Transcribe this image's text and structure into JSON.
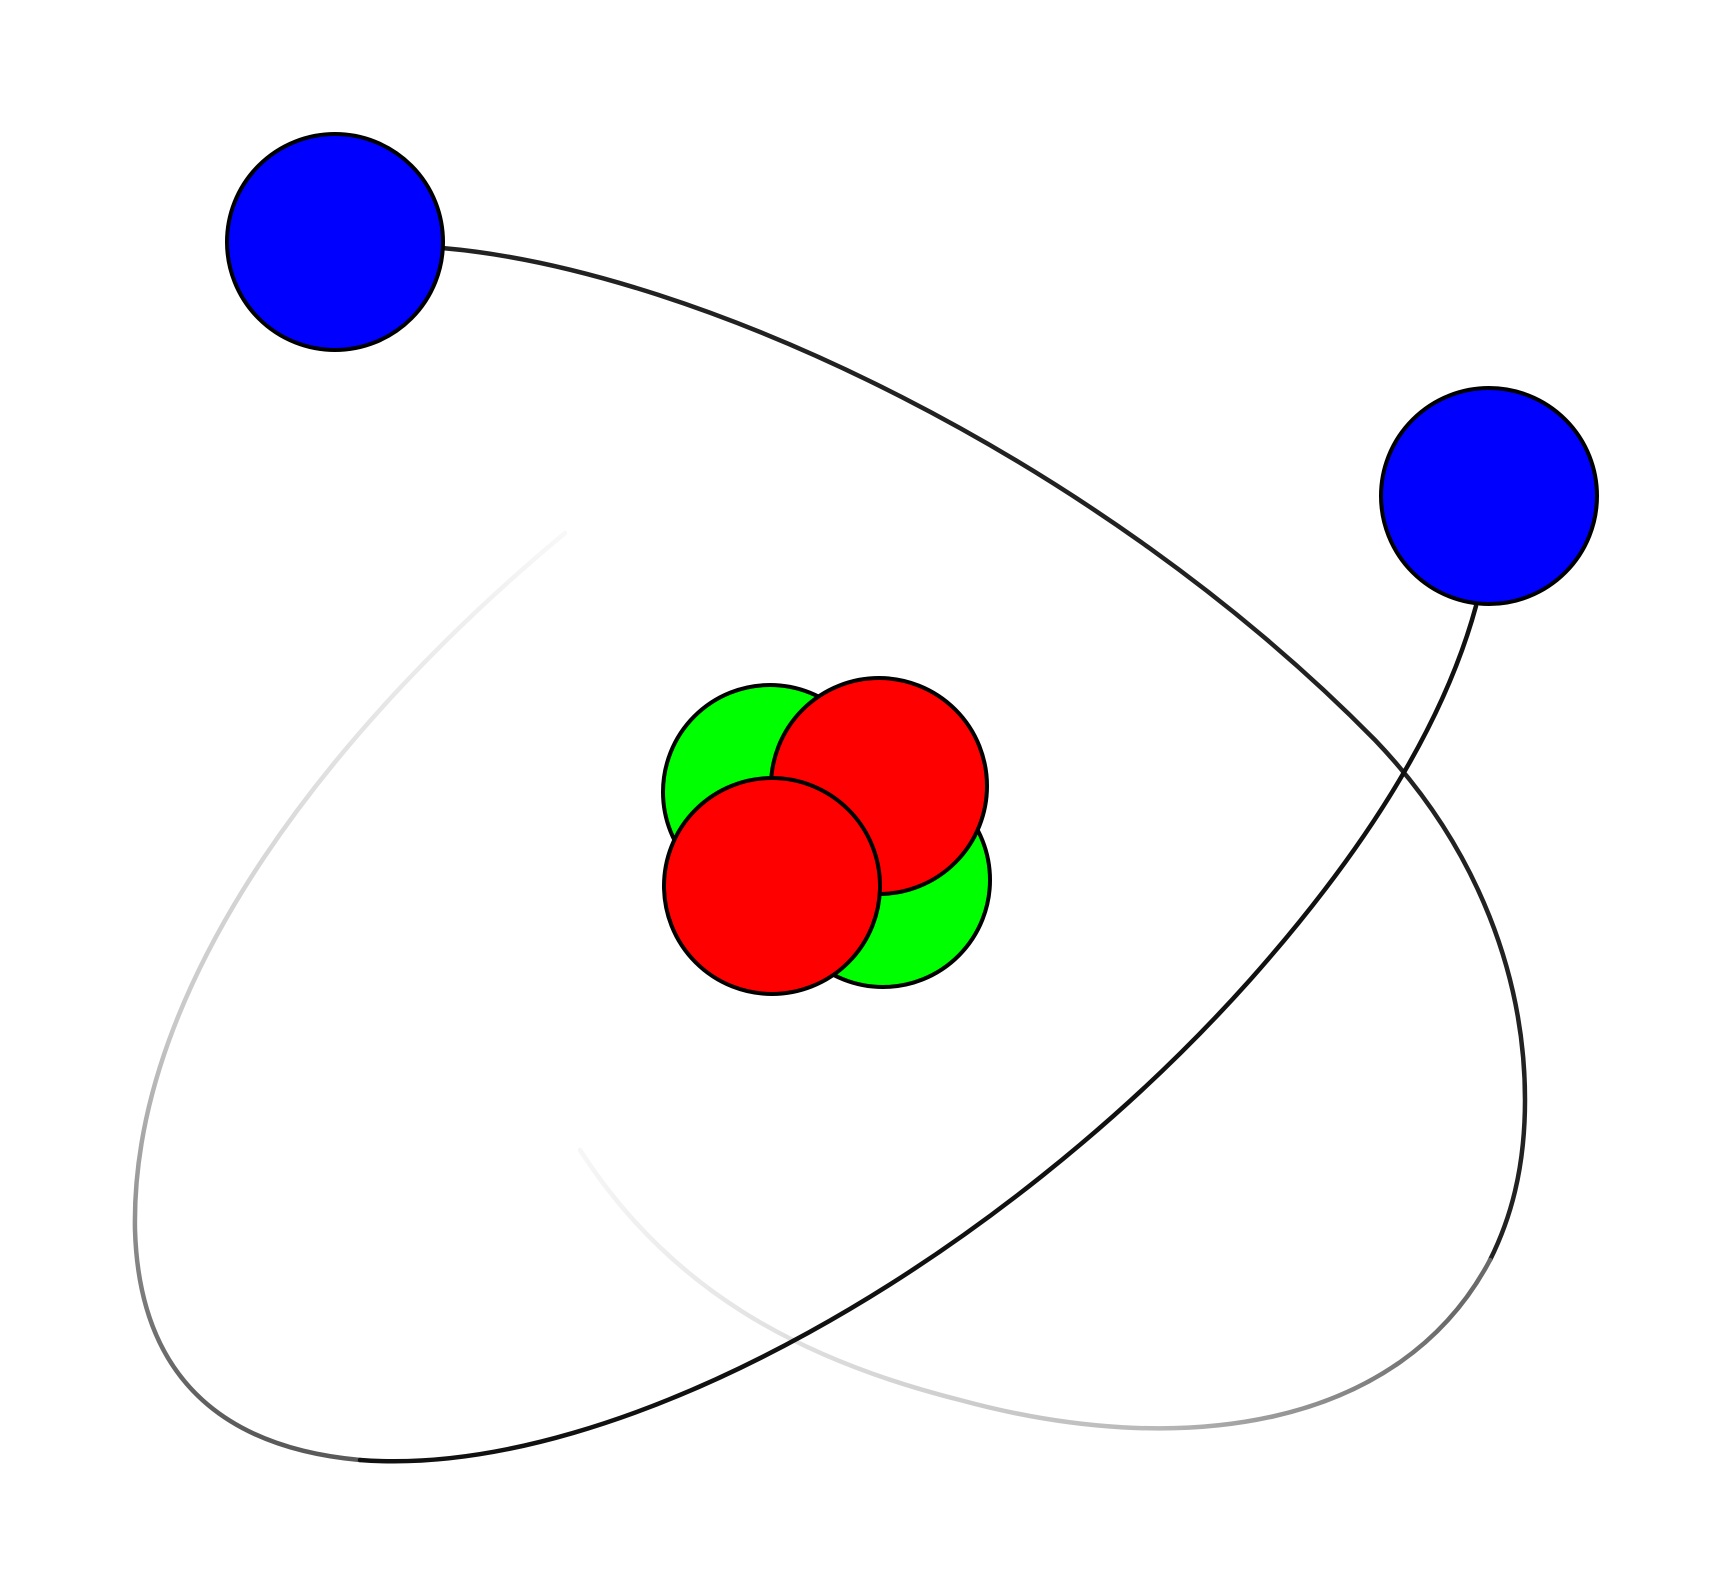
{
  "diagram": {
    "subject": "atom model",
    "colors": {
      "background": "#ffffff",
      "outline": "#000000",
      "electron": "#0000ff",
      "proton": "#ff0000",
      "neutron": "#00ff00"
    },
    "nucleus": {
      "neutrons": 2,
      "protons": 2
    },
    "orbits": 2,
    "electrons": 2
  }
}
